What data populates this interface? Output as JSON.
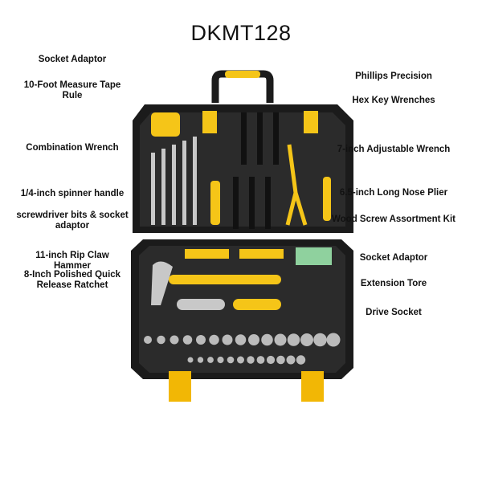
{
  "title": "DKMT128",
  "colors": {
    "accent": "#f5c518",
    "box": "#1b1b1b",
    "dots": "#e0b000"
  },
  "labels_left": [
    "Socket Adaptor",
    "10-Foot Measure Tape Rule",
    "Combination Wrench",
    "1/4-inch spinner handle",
    "screwdriver bits & socket adaptor",
    "11-inch Rip Claw Hammer",
    "8-Inch Polished Quick Release Ratchet"
  ],
  "labels_right": [
    "Phillips Precision",
    "Hex Key Wrenches",
    "7-inch Adjustable Wrench",
    "6.5-inch Long Nose Plier",
    "Wood Screw Assortment Kit",
    "Socket Adaptor",
    "Extension Tore",
    "Drive Socket"
  ]
}
